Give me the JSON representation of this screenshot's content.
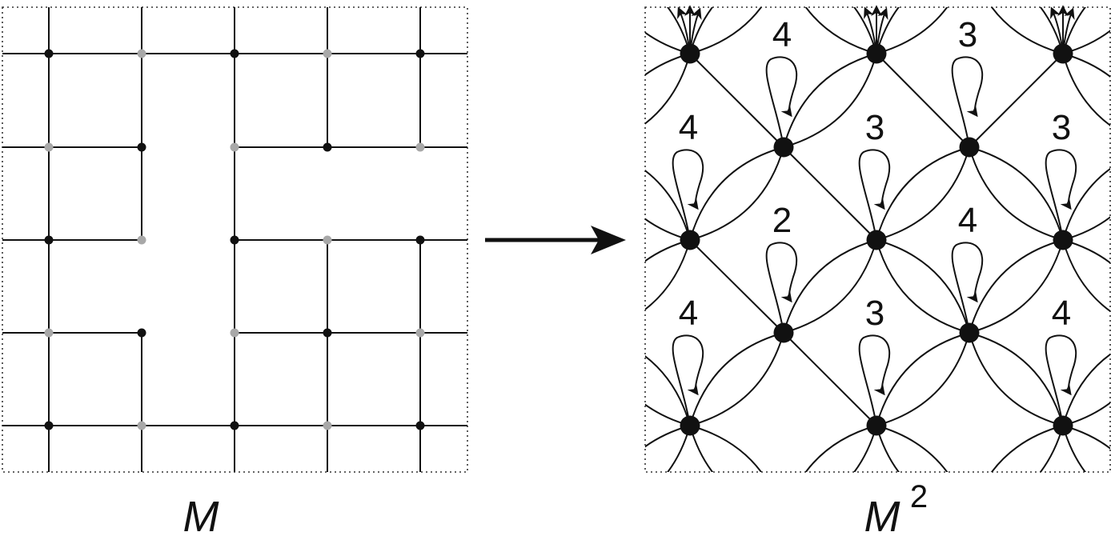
{
  "left_panel": {
    "caption": "M",
    "grid": {
      "cols": 5,
      "rows": 5,
      "nodes": [
        [
          "black",
          "gray",
          "black",
          "gray",
          "black"
        ],
        [
          "gray",
          "black",
          "gray",
          "black",
          "gray"
        ],
        [
          "black",
          "gray",
          "black",
          "gray",
          "black"
        ],
        [
          "gray",
          "black",
          "gray",
          "black",
          "gray"
        ],
        [
          "black",
          "gray",
          "black",
          "gray",
          "black"
        ]
      ],
      "missing_edges": [
        {
          "from": [
            1,
            1
          ],
          "to": [
            1,
            2
          ]
        },
        {
          "from": [
            2,
            1
          ],
          "to": [
            2,
            2
          ]
        },
        {
          "from": [
            3,
            1
          ],
          "to": [
            3,
            2
          ]
        },
        {
          "from": [
            2,
            1
          ],
          "to": [
            3,
            1
          ]
        },
        {
          "from": [
            1,
            3
          ],
          "to": [
            2,
            3
          ]
        },
        {
          "from": [
            1,
            4
          ],
          "to": [
            2,
            4
          ]
        }
      ]
    }
  },
  "arrow": {
    "direction": "right"
  },
  "right_panel": {
    "caption": "M",
    "caption_superscript": "2",
    "loop_labels": [
      {
        "row": 0,
        "col": 0,
        "label": "4"
      },
      {
        "row": 0,
        "col": 1,
        "label": "3"
      },
      {
        "row": 1,
        "col": 0,
        "label": "4"
      },
      {
        "row": 1,
        "col": 1,
        "label": "3"
      },
      {
        "row": 1,
        "col": 2,
        "label": "3"
      },
      {
        "row": 2,
        "col": 0,
        "label": "2"
      },
      {
        "row": 2,
        "col": 1,
        "label": "4"
      },
      {
        "row": 3,
        "col": 0,
        "label": "4"
      },
      {
        "row": 3,
        "col": 1,
        "label": "3"
      },
      {
        "row": 3,
        "col": 2,
        "label": "4"
      }
    ]
  },
  "colors": {
    "line": "#111111",
    "node_black": "#111111",
    "node_gray": "#a8a8a8",
    "border": "#333333"
  }
}
